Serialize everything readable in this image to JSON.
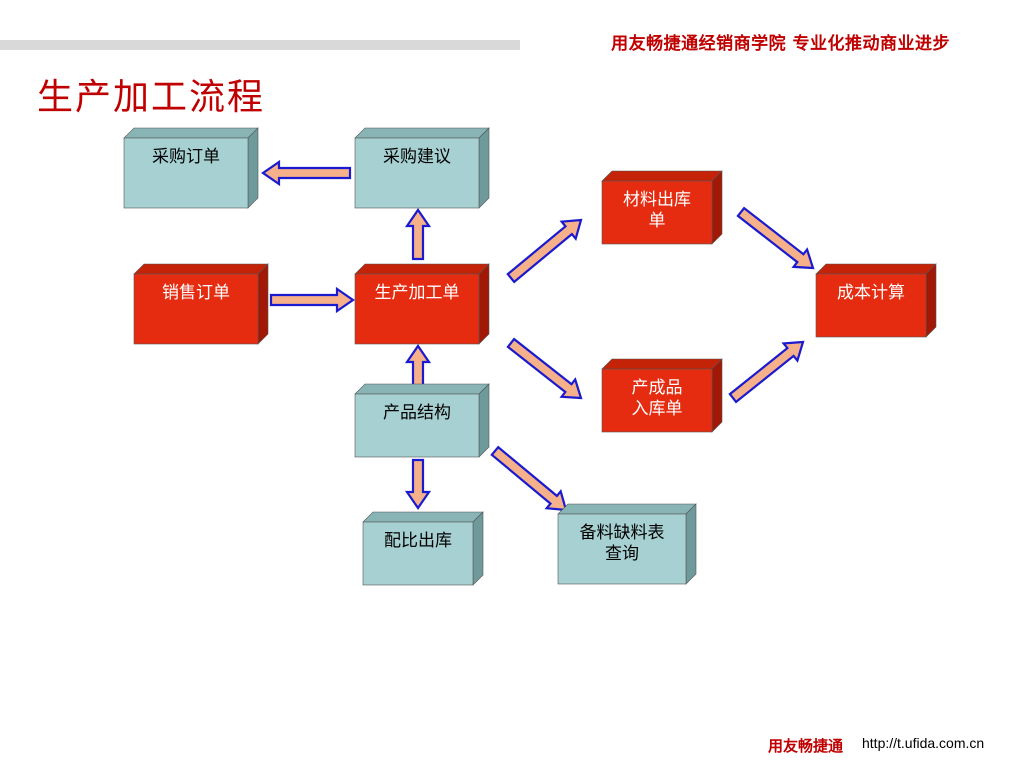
{
  "header": {
    "slogan": "用友畅捷通经销商学院   专业化推动商业进步"
  },
  "title": "生产加工流程",
  "nodes": [
    {
      "id": "purchase_order",
      "lines": [
        "采购订单"
      ],
      "style": "teal"
    },
    {
      "id": "purchase_suggestion",
      "lines": [
        "采购建议"
      ],
      "style": "teal"
    },
    {
      "id": "material_out",
      "lines": [
        "材料出库",
        "单"
      ],
      "style": "red"
    },
    {
      "id": "sales_order",
      "lines": [
        "销售订单"
      ],
      "style": "red"
    },
    {
      "id": "production_order",
      "lines": [
        "生产加工单"
      ],
      "style": "red"
    },
    {
      "id": "cost_calc",
      "lines": [
        "成本计算"
      ],
      "style": "red"
    },
    {
      "id": "product_in",
      "lines": [
        "产成品",
        "入库单"
      ],
      "style": "red"
    },
    {
      "id": "bom",
      "lines": [
        "产品结构"
      ],
      "style": "teal"
    },
    {
      "id": "kit_out",
      "lines": [
        "配比出库"
      ],
      "style": "teal"
    },
    {
      "id": "shortage_query",
      "lines": [
        "备料缺料表",
        "查询"
      ],
      "style": "teal"
    }
  ],
  "edges": [
    {
      "from": "purchase_suggestion",
      "to": "purchase_order"
    },
    {
      "from": "production_order",
      "to": "purchase_suggestion"
    },
    {
      "from": "sales_order",
      "to": "production_order"
    },
    {
      "from": "bom",
      "to": "production_order"
    },
    {
      "from": "production_order",
      "to": "material_out"
    },
    {
      "from": "production_order",
      "to": "product_in"
    },
    {
      "from": "material_out",
      "to": "cost_calc"
    },
    {
      "from": "product_in",
      "to": "cost_calc"
    },
    {
      "from": "bom",
      "to": "kit_out"
    },
    {
      "from": "bom",
      "to": "shortage_query"
    }
  ],
  "colors": {
    "red_front": "#e52b10",
    "red_side": "#a21806",
    "red_top": "#c42308",
    "teal_front": "#a6d0d1",
    "teal_side": "#6e9a9c",
    "teal_top": "#88b4b5",
    "arrow_fill": "#f6b08a",
    "arrow_stroke": "#1a1ad0",
    "brand": "#c00000"
  },
  "footer": {
    "brand": "用友畅捷通",
    "url": "http://t.ufida.com.cn"
  }
}
